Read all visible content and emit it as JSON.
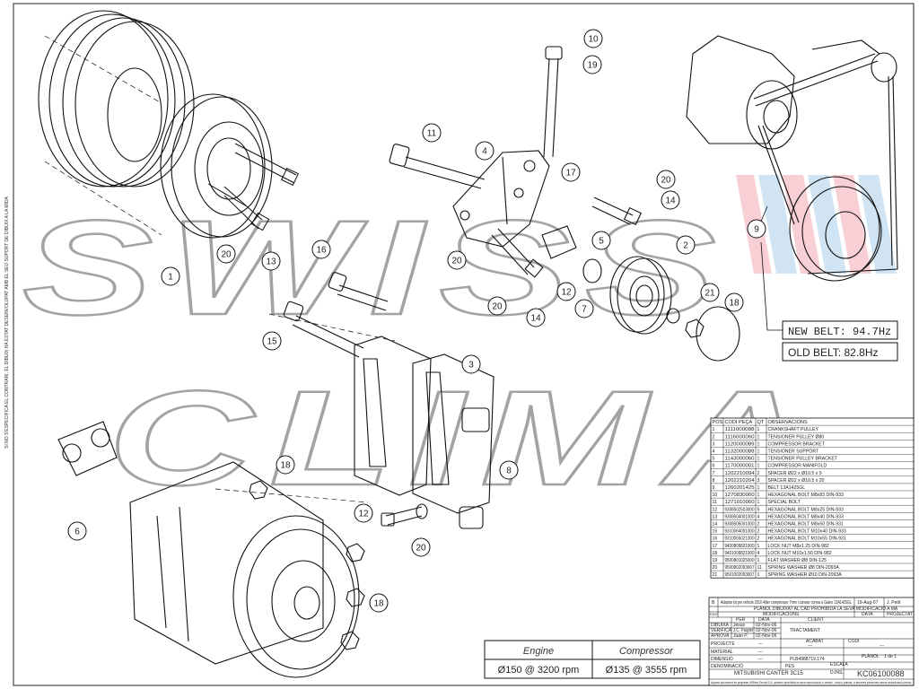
{
  "left_margin_note": "SI NO S'ESPECIFICA EL CONTRARI, EL DIBUIX HA ESTAT DESENVOLUPAT AMB EL SEU SUPORT DE DIBUIX A LA MIDA",
  "watermark": {
    "line1": "SWISS",
    "line2": "CLIMA",
    "colors": [
      "#f3a9b3",
      "#a9cde8"
    ]
  },
  "callouts": [
    "1",
    "2",
    "3",
    "4",
    "5",
    "6",
    "7",
    "8",
    "9",
    "10",
    "11",
    "12",
    "12",
    "13",
    "14",
    "14",
    "15",
    "16",
    "17",
    "18",
    "18",
    "18",
    "19",
    "20",
    "20",
    "20",
    "20",
    "20",
    "21"
  ],
  "belt_readings": {
    "new": "NEW BELT: 94.7Hz",
    "old": "OLD BELT: 82.8Hz"
  },
  "drive_table": {
    "headers": [
      "Engine",
      "Compressor"
    ],
    "values": [
      "Ø150 @ 3200 rpm",
      "Ø135 @ 3555 rpm"
    ]
  },
  "parts_table": {
    "headers": [
      "POS",
      "CODI PEÇA",
      "QT",
      "OBSERVACIONS"
    ],
    "rows": [
      [
        "1",
        "1111000088",
        "1",
        "CRANKSHAFT PULLEY"
      ],
      [
        "2",
        "1116000060",
        "1",
        "TENSIONER PULLEY Ø80"
      ],
      [
        "3",
        "1120000089",
        "1",
        "COMPRESSOR BRACKET"
      ],
      [
        "4",
        "1132000088",
        "1",
        "TENSIONER SUPPORT"
      ],
      [
        "5",
        "1143000060",
        "1",
        "TENSIONER PULLEY BRACKET"
      ],
      [
        "6",
        "1170000001",
        "1",
        "COMPRESSOR MANIFOLD"
      ],
      [
        "7",
        "1202210094",
        "2",
        "SPACER Ø22 x Ø10.5 x 9"
      ],
      [
        "8",
        "1202210204",
        "3",
        "SPACER Ø22 x Ø10.5 x 20"
      ],
      [
        "9",
        "1260201425",
        "1",
        "BELT 13A1425GL"
      ],
      [
        "10",
        "1270830060",
        "1",
        "HEXAGONAL BOLT M8x83 DIN-933"
      ],
      [
        "11",
        "1271010060",
        "1",
        "SPECIAL BOLT"
      ],
      [
        "12",
        "9308502503000",
        "5",
        "HEXAGONAL BOLT M8x25 DIN-933"
      ],
      [
        "13",
        "9308504001000",
        "4",
        "HEXAGONAL BOLT M8x40 DIN-933"
      ],
      [
        "14",
        "9308505001000",
        "2",
        "HEXAGONAL BOLT M8x50 DIN-931"
      ],
      [
        "15",
        "9310064001000",
        "2",
        "HEXAGONAL BOLT M10x40 DIN-933"
      ],
      [
        "16",
        "9310055021000",
        "2",
        "HEXAGONAL BOLT M10x55 DIN-931"
      ],
      [
        "17",
        "9400809821000",
        "1",
        "LOCK NUT M8x1.25 DIN-982"
      ],
      [
        "18",
        "9401009821000",
        "4",
        "LOCK NUT M10x1.50 DIN-982"
      ],
      [
        "19",
        "9500801025000",
        "1",
        "FLAT WASHER Ø8 DIN-125"
      ],
      [
        "20",
        "9500802093007",
        "11",
        "SPRING WASHER Ø8 DIN-2093A"
      ],
      [
        "21",
        "9501002093007",
        "1",
        "SPRING WASHER Ø10 DIN-2093A"
      ]
    ]
  },
  "title_block": {
    "revision_row": [
      "B",
      "Adaptar kit per vehicle 2010 4liter compressor 7mm i canviar correa a Gates 13A1425GL",
      "19-Aug-07",
      "J. Petit"
    ],
    "rev_headers": [
      "EDIC",
      "MODIFICACIONS",
      "DATA",
      "PROJECTAT"
    ],
    "notice": "PLÀNOL DIBUIXAT AL CAD PROHIBIDA LA SEVA MODIFICACIÓ A MÀ",
    "staff_headers": [
      "PER",
      "DATA",
      "CLIENT"
    ],
    "staff": [
      [
        "DIBUIXA",
        "Jesus",
        "02-Nov-06"
      ],
      [
        "VERIFICA",
        "J.C. Puigfel",
        "02-Nov-06"
      ],
      [
        "APROVA",
        "Juan P.",
        "02-Nov-06"
      ]
    ],
    "tractament": "TRACTAMENT",
    "projecte_label": "PROJECTE",
    "material_label": "MATERIAL",
    "dimensio_label": "DIMENSIÓ",
    "acabat_label": "ACABAT",
    "codi_label": "CODI",
    "placeholder": "---",
    "pes_label": "PES",
    "pes_value": "PLB4988719.174",
    "planol_label": "PLÀNOL",
    "sheet": "1 de 1",
    "escala_label": "ESCALA",
    "escala_value": "D.INS.",
    "denominacio_label": "DENOMINACIÓ",
    "denominacio": "MITSUBISHI CANTER 3C15",
    "code": "KC06100088",
    "footer": "Aquest document és propietat d'Elliva Tercat S.A. queden prohibida la seva reproducció o cessió , total o parcial, a terceres persones sense autorització prèvia."
  }
}
